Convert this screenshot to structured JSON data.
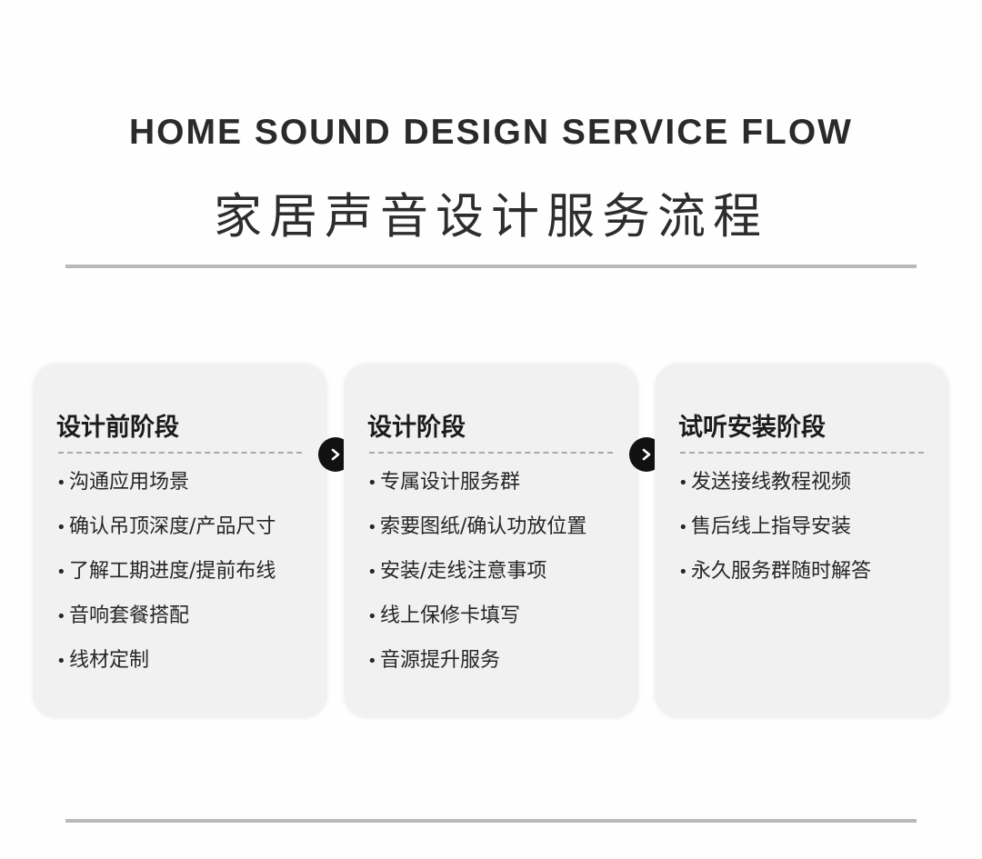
{
  "header": {
    "title_en": "HOME SOUND DESIGN SERVICE FLOW",
    "title_zh": "家居声音设计服务流程"
  },
  "stages": [
    {
      "title": "设计前阶段",
      "items": [
        "沟通应用场景",
        "确认吊顶深度/产品尺寸",
        "了解工期进度/提前布线",
        "音响套餐搭配",
        "线材定制"
      ]
    },
    {
      "title": "设计阶段",
      "items": [
        "专属设计服务群",
        "索要图纸/确认功放位置",
        "安装/走线注意事项",
        "线上保修卡填写",
        "音源提升服务"
      ]
    },
    {
      "title": "试听安装阶段",
      "items": [
        "发送接线教程视频",
        "售后线上指导安装",
        "永久服务群随时解答"
      ]
    }
  ],
  "icons": {
    "arrow": "chevron-right-icon"
  },
  "colors": {
    "card_bg": "#f1f1f1",
    "rule": "#b9b9b9",
    "arrow_bg": "#111111"
  }
}
